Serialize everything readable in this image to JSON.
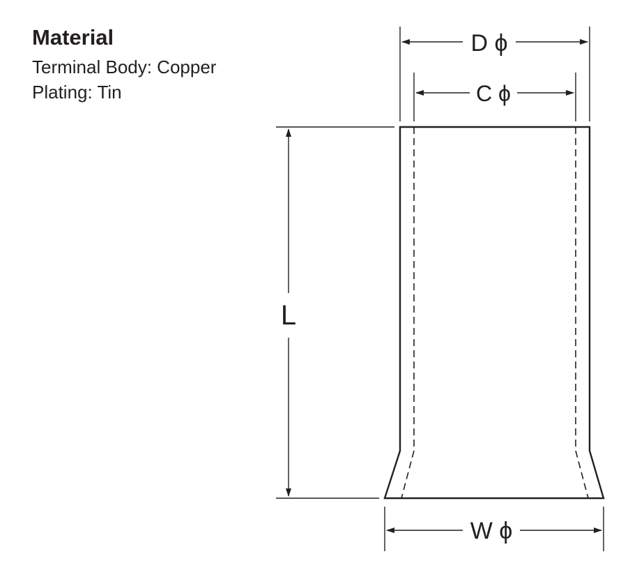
{
  "material": {
    "title": "Material",
    "lines": [
      "Terminal Body: Copper",
      "Plating: Tin"
    ]
  },
  "dimensions": {
    "D": "D ϕ",
    "C": "C ϕ",
    "L": "L",
    "W": "W ϕ"
  },
  "colors": {
    "line": "#231f20",
    "background": "#ffffff"
  }
}
